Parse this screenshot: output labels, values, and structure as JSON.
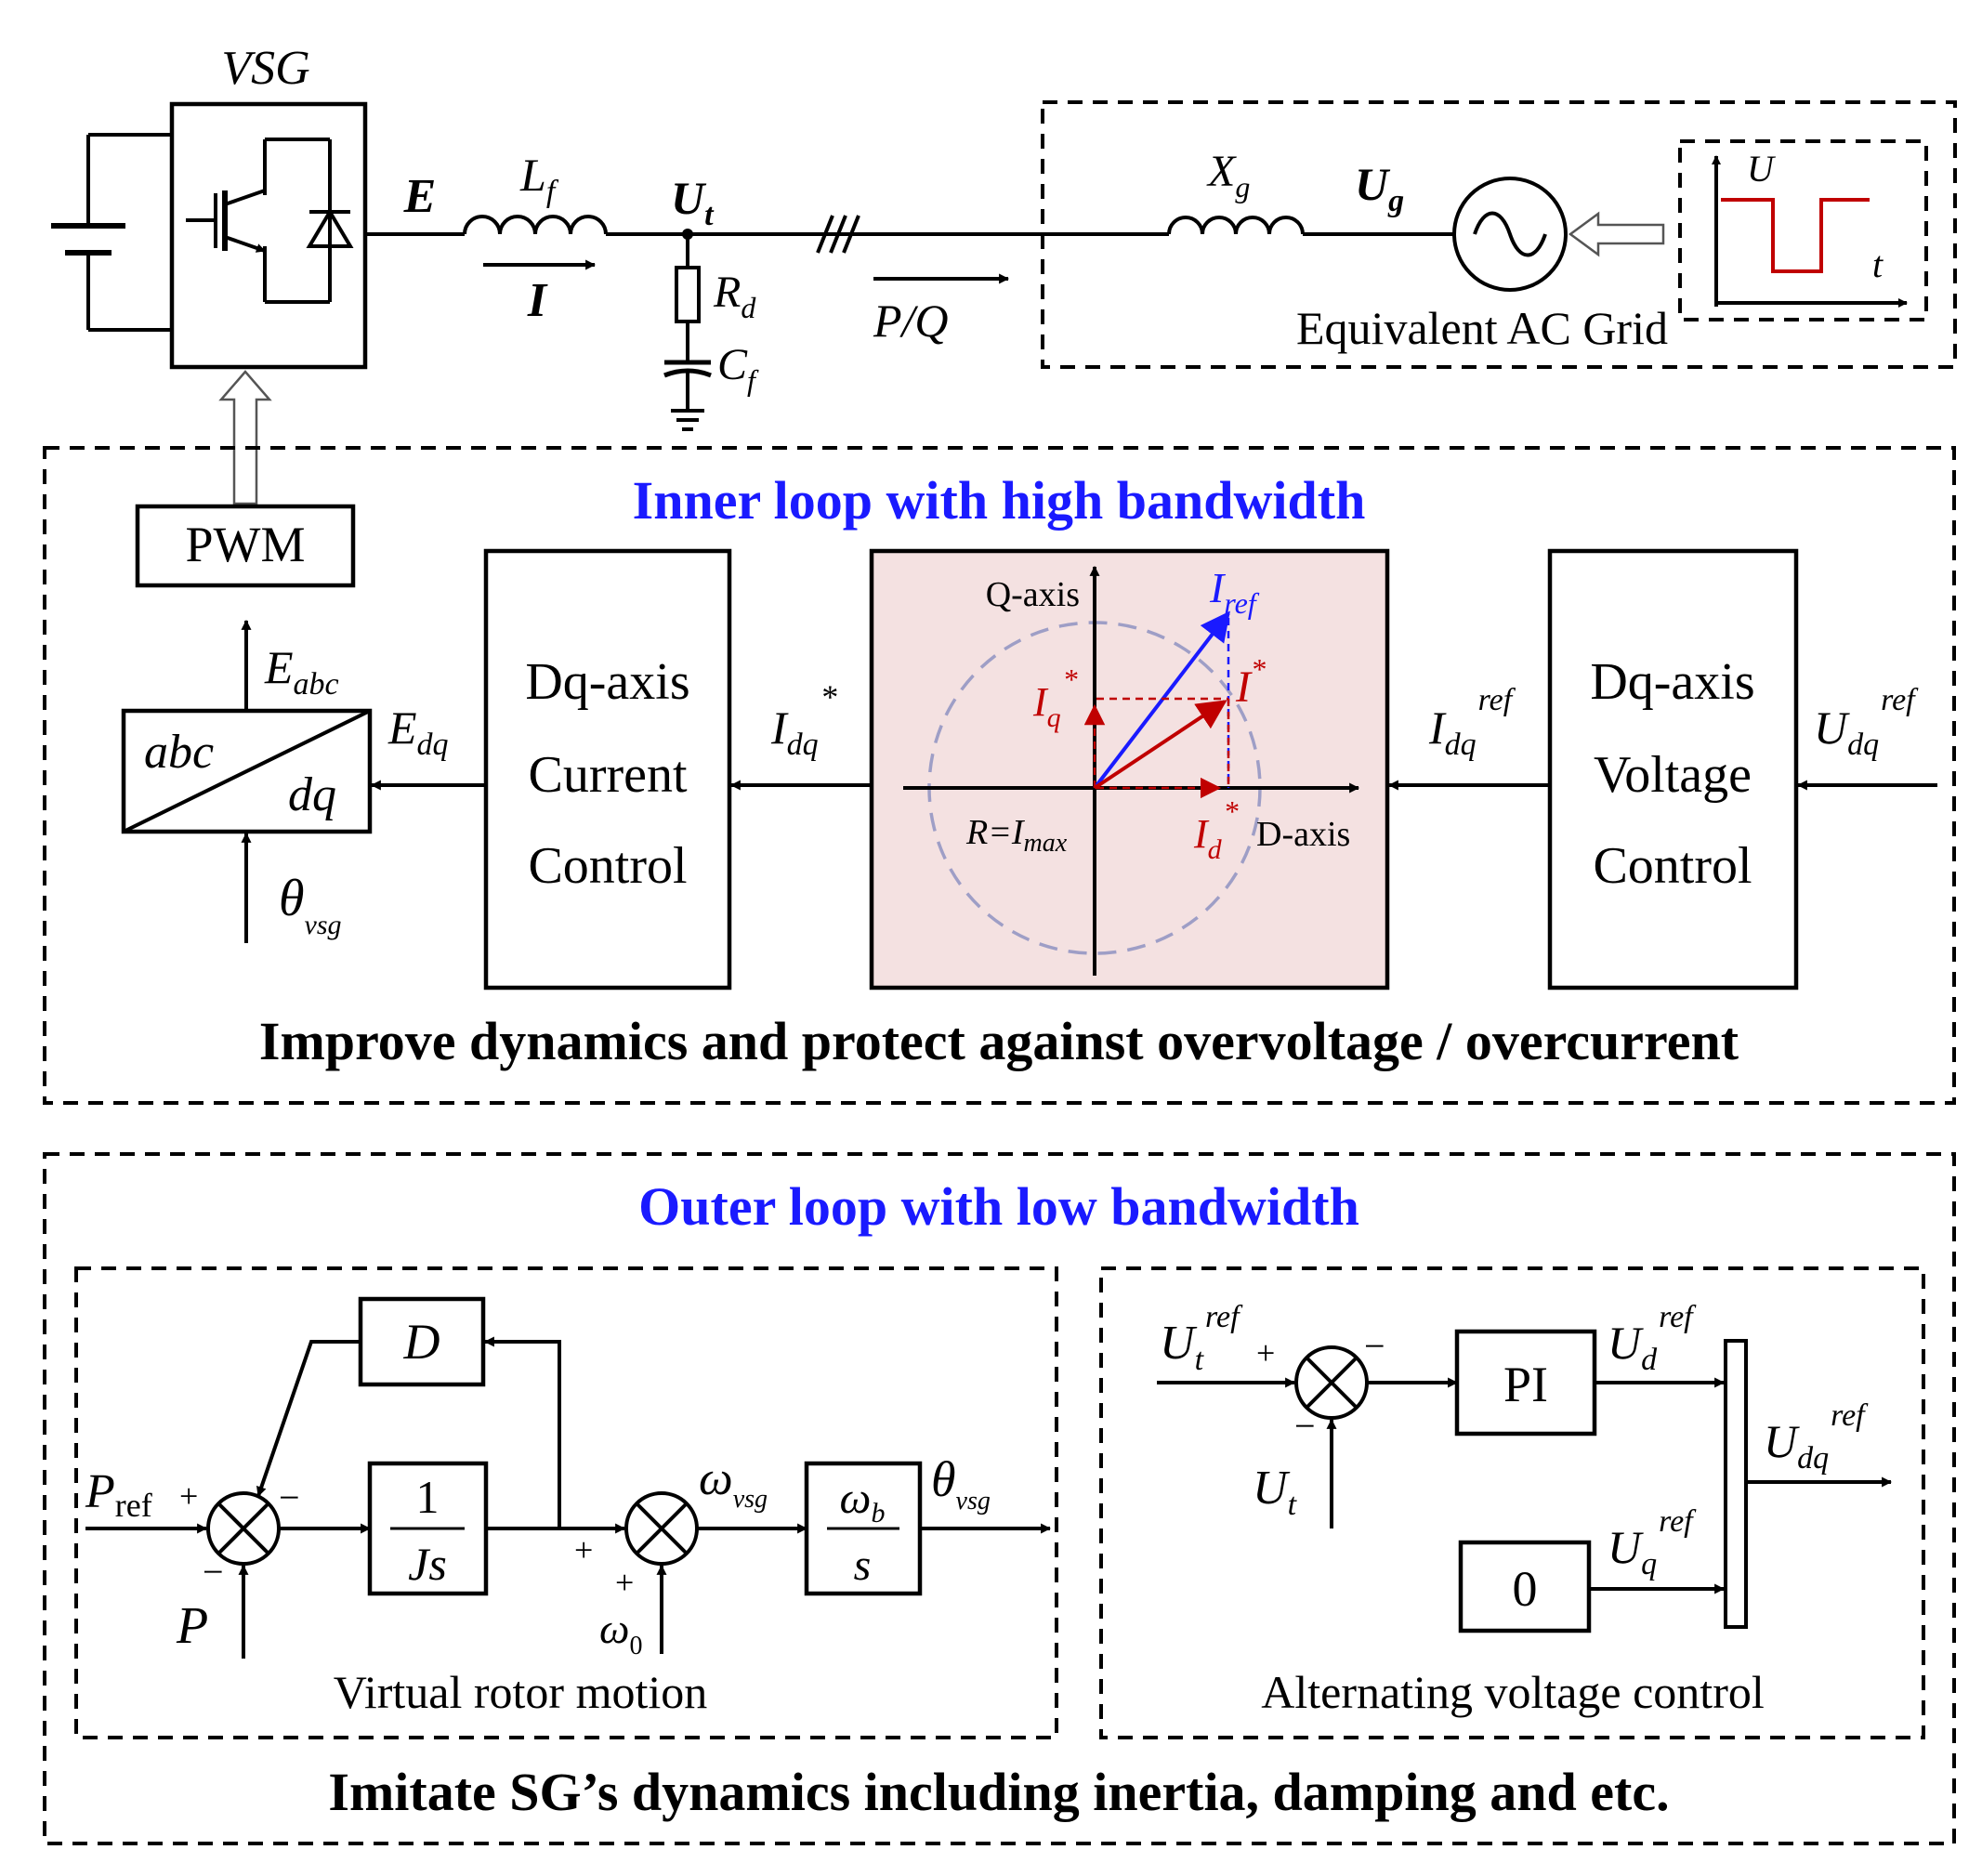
{
  "power_stage": {
    "vsg_label": "VSG",
    "e_label": "E",
    "lf": {
      "base": "L",
      "sub": "f"
    },
    "i_label": "I",
    "ut": {
      "base": "U",
      "sub": "t"
    },
    "rd": {
      "base": "R",
      "sub": "d"
    },
    "cf": {
      "base": "C",
      "sub": "f"
    },
    "pq_label": "P/Q",
    "xg": {
      "base": "X",
      "sub": "g"
    },
    "ug": {
      "base": "U",
      "sub": "g"
    },
    "grid_label": "Equivalent AC Grid",
    "u_axis": "U",
    "t_axis": "t",
    "pwm_label": "PWM"
  },
  "inner_loop": {
    "title": "Inner loop with high bandwidth",
    "caption": "Improve dynamics and protect against overvoltage / overcurrent",
    "eabc": {
      "base": "E",
      "sub": "abc"
    },
    "edq": {
      "base": "E",
      "sub": "dq"
    },
    "transform_abc": "abc",
    "transform_dq": "dq",
    "theta_vsg": {
      "base": "θ",
      "sub": "vsg"
    },
    "current_control": [
      "Dq-axis",
      "Current",
      "Control"
    ],
    "idq_star": {
      "base": "I",
      "sub": "dq",
      "sup": "*"
    },
    "limiter": {
      "q_axis": "Q-axis",
      "d_axis": "D-axis",
      "iref": {
        "base": "I",
        "sub": "ref"
      },
      "iq_star": {
        "base": "I",
        "sub": "q",
        "sup": "*"
      },
      "i_star": {
        "base": "I",
        "sup": "*"
      },
      "id_star": {
        "base": "I",
        "sub": "d",
        "sup": "*"
      },
      "radius_prefix": "R=",
      "radius": {
        "base": "I",
        "sub": "max"
      }
    },
    "idq_ref": {
      "base": "I",
      "sub": "dq",
      "sup": "ref"
    },
    "voltage_control": [
      "Dq-axis",
      "Voltage",
      "Control"
    ],
    "udq_ref": {
      "base": "U",
      "sub": "dq",
      "sup": "ref"
    }
  },
  "outer_loop": {
    "title": "Outer loop with low bandwidth",
    "caption": "Imitate SG’s dynamics including inertia, damping and etc.",
    "rotor": {
      "caption": "Virtual rotor motion",
      "d_block": "D",
      "pref": {
        "base": "P",
        "sub": "ref"
      },
      "p_label": "P",
      "plus": "+",
      "minus": "−",
      "inertia_num": "1",
      "inertia_den": "Js",
      "omega_vsg": {
        "base": "ω",
        "sub": "vsg"
      },
      "omega0": {
        "base": "ω",
        "sub": "0"
      },
      "wb_num": {
        "base": "ω",
        "sub": "b"
      },
      "wb_den": "s",
      "theta_vsg": {
        "base": "θ",
        "sub": "vsg"
      }
    },
    "voltage": {
      "caption": "Alternating voltage control",
      "ut_ref": {
        "base": "U",
        "sub": "t",
        "sup": "ref"
      },
      "ut": {
        "base": "U",
        "sub": "t"
      },
      "pi_block": "PI",
      "zero_block": "0",
      "ud_ref": {
        "base": "U",
        "sub": "d",
        "sup": "ref"
      },
      "uq_ref": {
        "base": "U",
        "sub": "q",
        "sup": "ref"
      },
      "udq_ref": {
        "base": "U",
        "sub": "dq",
        "sup": "ref"
      }
    }
  },
  "colors": {
    "title_blue": "#1a1aff",
    "vector_red": "#c00000",
    "limiter_bg": "#f4e1e1",
    "step_red": "#c00000",
    "circle_dash": "#9e9ec6"
  }
}
